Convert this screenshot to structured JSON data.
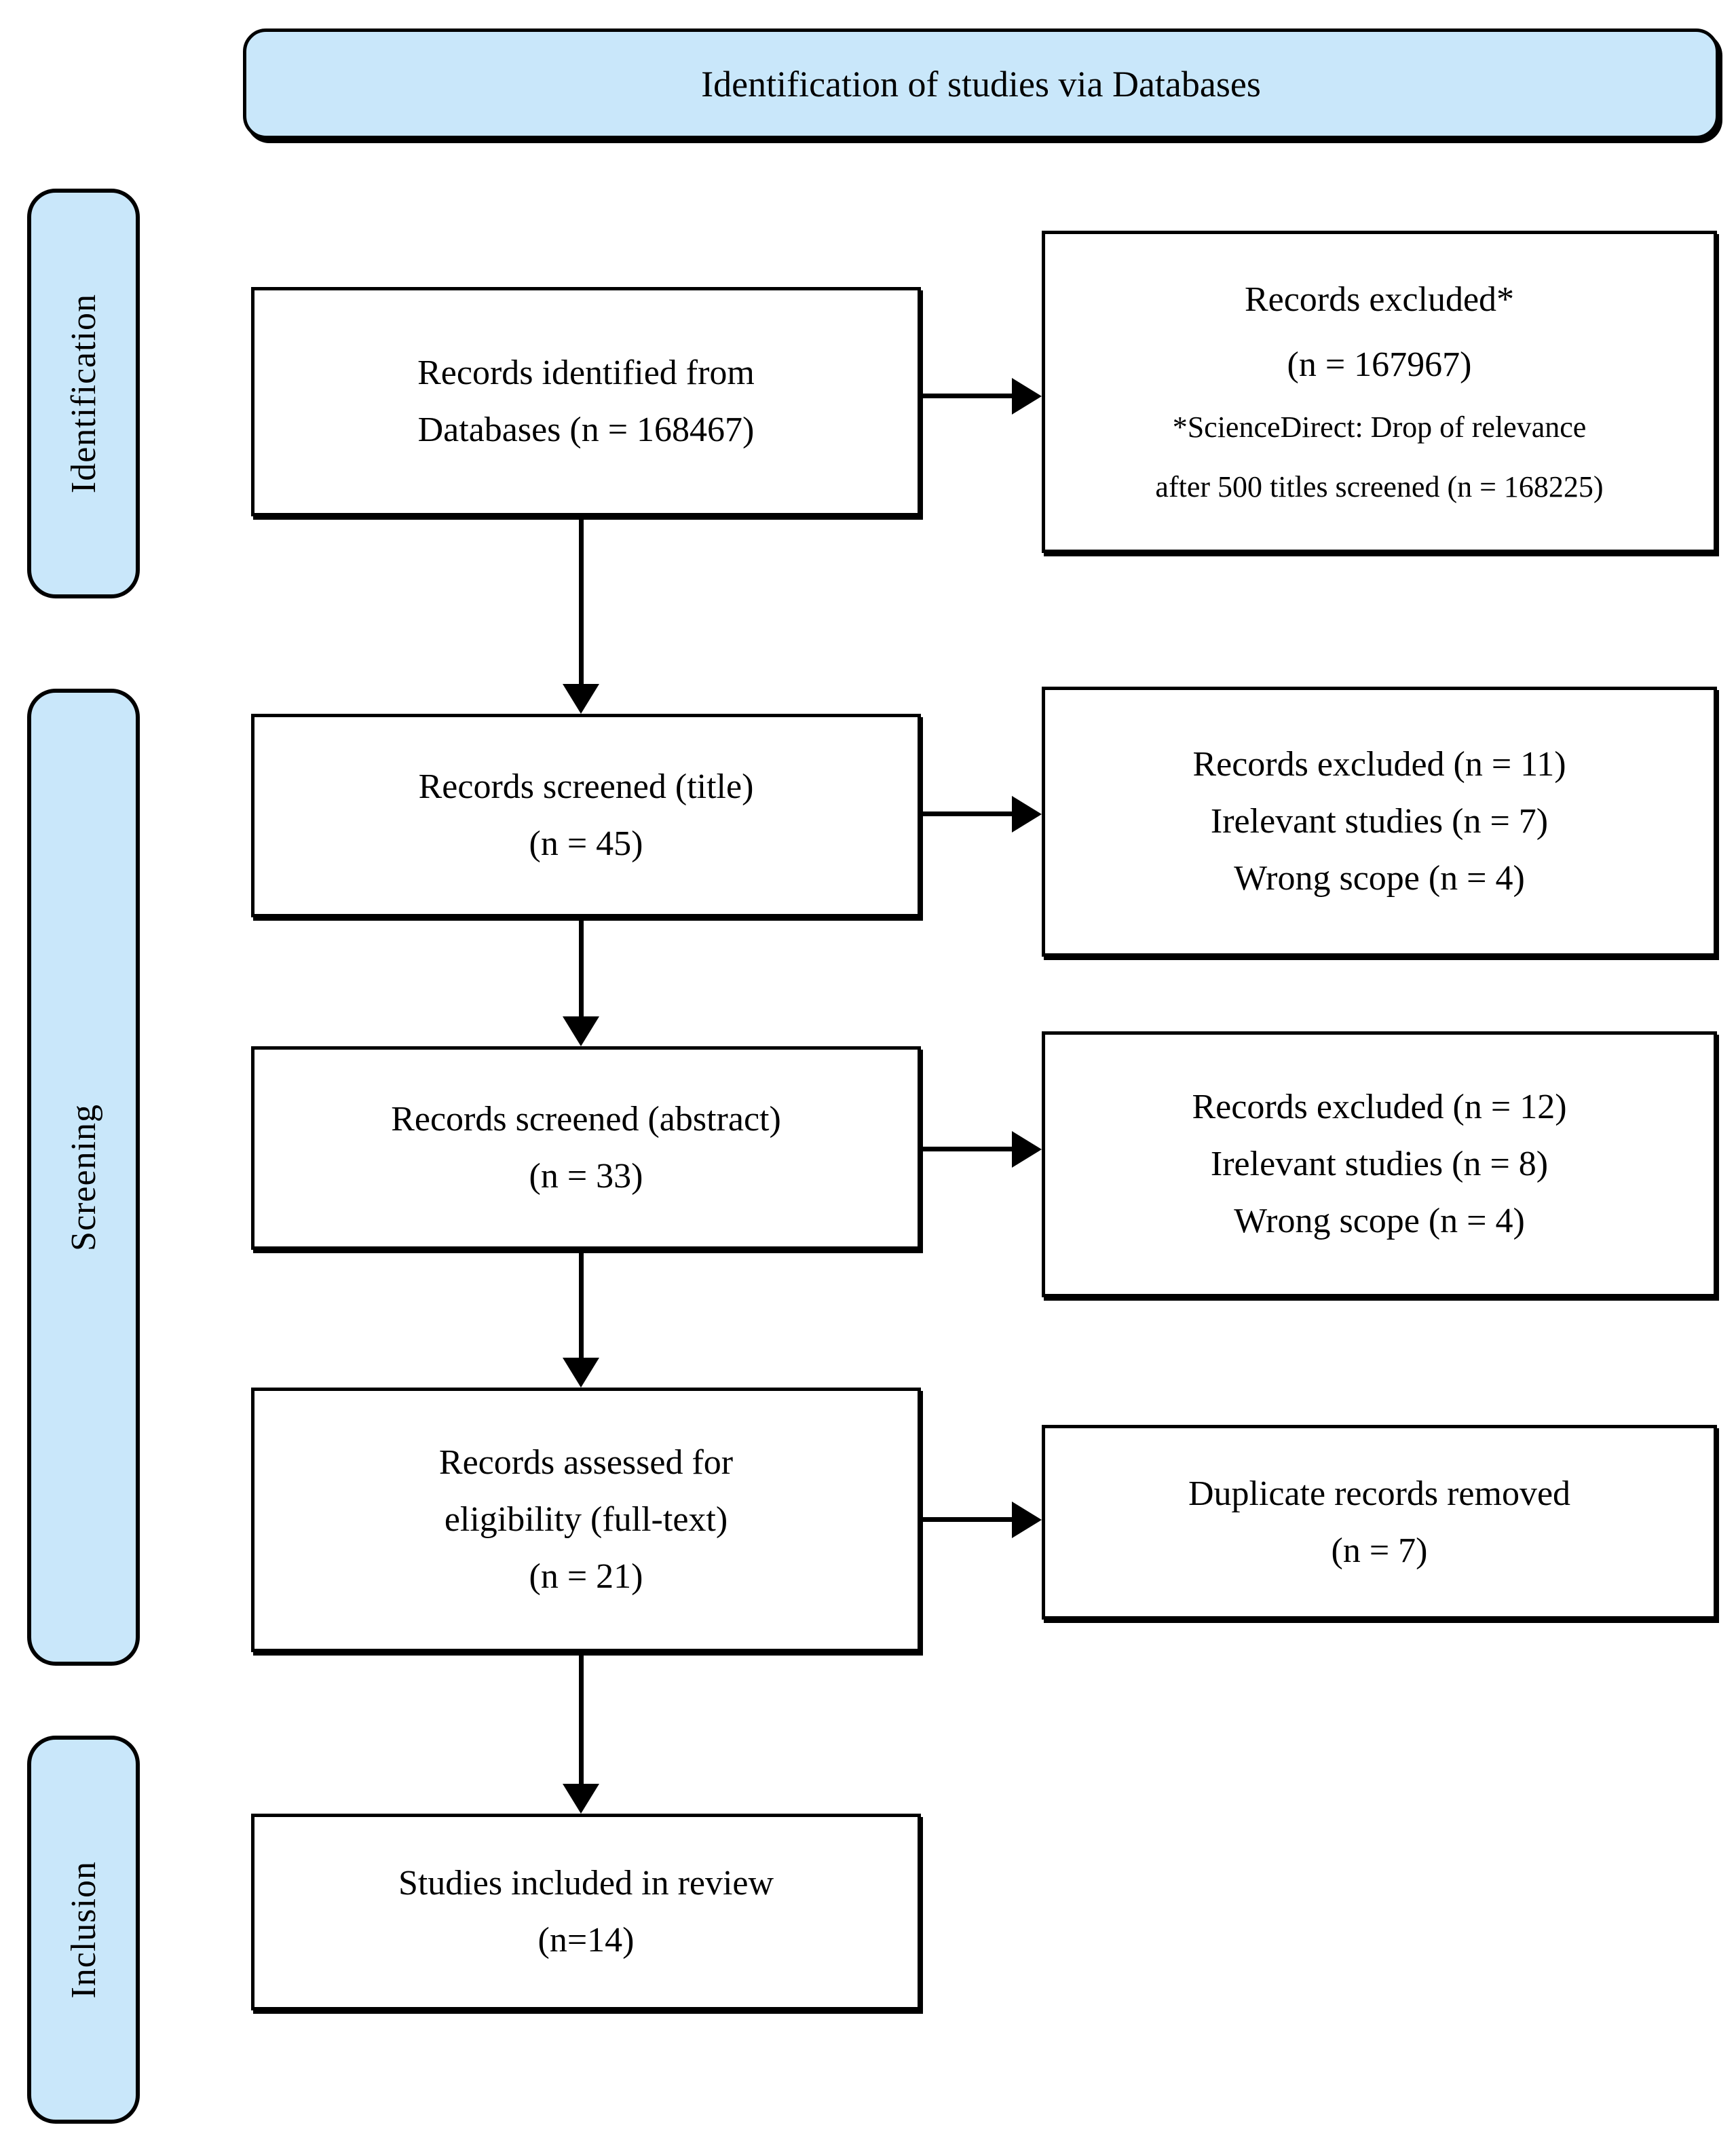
{
  "diagram": {
    "header": {
      "title": "Identification of studies via Databases"
    },
    "stages": {
      "identification": "Identification",
      "screening": "Screening",
      "inclusion": "Inclusion"
    },
    "main_boxes": [
      {
        "lines": [
          "Records identified from",
          "Databases (n = 168467)"
        ]
      },
      {
        "lines": [
          "Records screened (title)",
          "(n = 45)"
        ]
      },
      {
        "lines": [
          "Records screened (abstract)",
          "(n = 33)"
        ]
      },
      {
        "lines": [
          "Records assessed for",
          "eligibility (full-text)",
          "(n = 21)"
        ]
      },
      {
        "lines": [
          "Studies included in review",
          "(n=14)"
        ]
      }
    ],
    "side_boxes": [
      {
        "lines": [
          "Records excluded*",
          "(n = 167967)"
        ],
        "note_lines": [
          "*ScienceDirect: Drop of relevance",
          "after 500 titles screened (n = 168225)"
        ]
      },
      {
        "lines": [
          "Records excluded (n = 11)",
          "Irelevant studies (n = 7)",
          "Wrong scope (n = 4)"
        ]
      },
      {
        "lines": [
          "Records excluded (n = 12)",
          "Irelevant studies (n = 8)",
          "Wrong scope (n = 4)"
        ]
      },
      {
        "lines": [
          "Duplicate records removed",
          "(n = 7)"
        ]
      }
    ],
    "colors": {
      "stage_fill": "#C9E7FA",
      "box_fill": "#FFFFFF",
      "border": "#000000",
      "arrow": "#000000"
    }
  }
}
